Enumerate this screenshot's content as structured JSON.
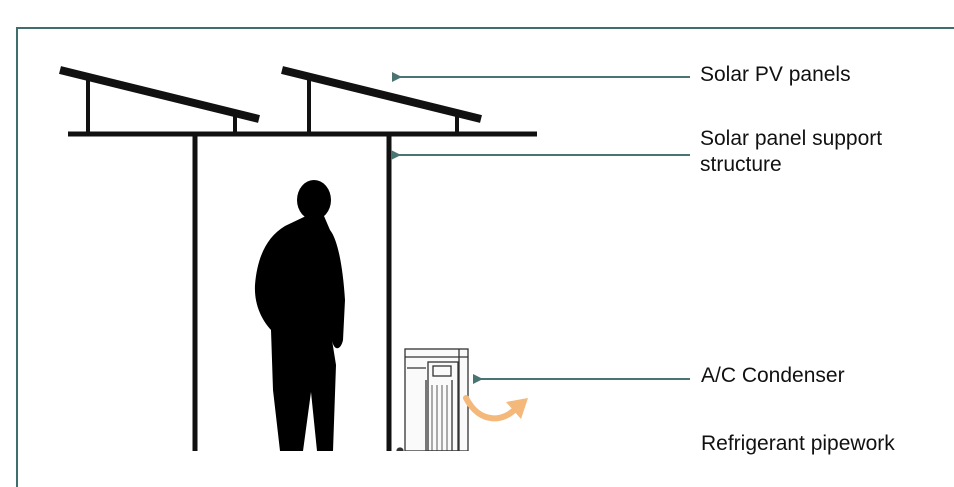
{
  "labels": {
    "solar_pv_panels": "Solar PV panels",
    "support_line1": "Solar panel support",
    "support_line2": "structure",
    "ac_condenser": "A/C Condenser",
    "refrigerant_pipework": "Refrigerant pipework"
  },
  "colors": {
    "frame": "#3f6e6c",
    "arrow": "#4a7472",
    "structure": "#111111",
    "airflow": "#f3b87a"
  },
  "icons": {
    "person": "person-silhouette-icon",
    "condenser": "ac-condenser-icon",
    "airflow": "airflow-arrow-icon"
  }
}
